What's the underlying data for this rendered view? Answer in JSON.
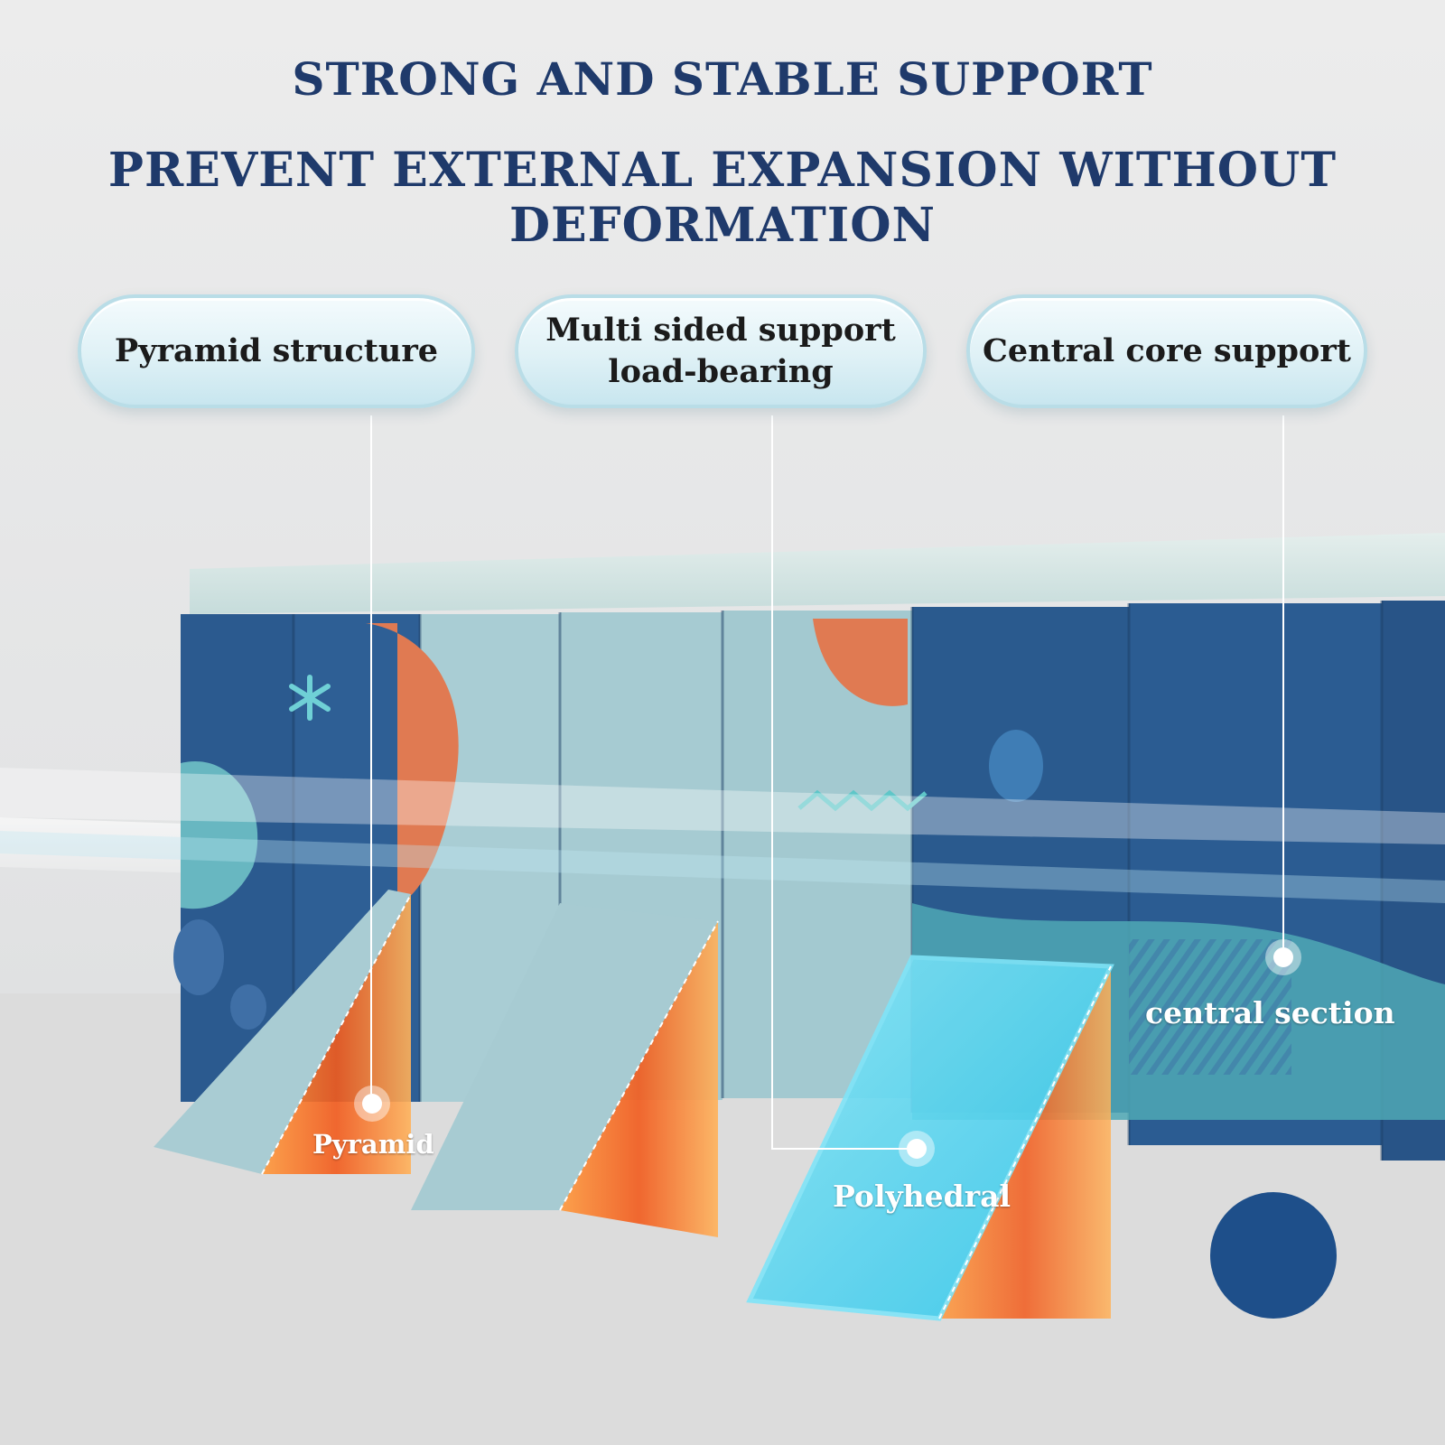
{
  "headline": {
    "line1": "STRONG AND STABLE SUPPORT",
    "line2": "PREVENT EXTERNAL EXPANSION WITHOUT DEFORMATION"
  },
  "labels": {
    "pyramid_structure": "Pyramid structure",
    "multi_sided_line1": "Multi sided support",
    "multi_sided_line2": "load-bearing",
    "central_core": "Central core support"
  },
  "callouts": {
    "pyramid": "Pyramid",
    "polyhedral": "Polyhedral",
    "central_section": "central section"
  },
  "colors": {
    "headline": "#1f3a6b",
    "panel_navy": "#2b5a8f",
    "panel_light": "#a9d0d8",
    "accent_orange": "#e07a52",
    "teal": "#6fc1c6",
    "glow_blue": "#5fd6f0"
  }
}
